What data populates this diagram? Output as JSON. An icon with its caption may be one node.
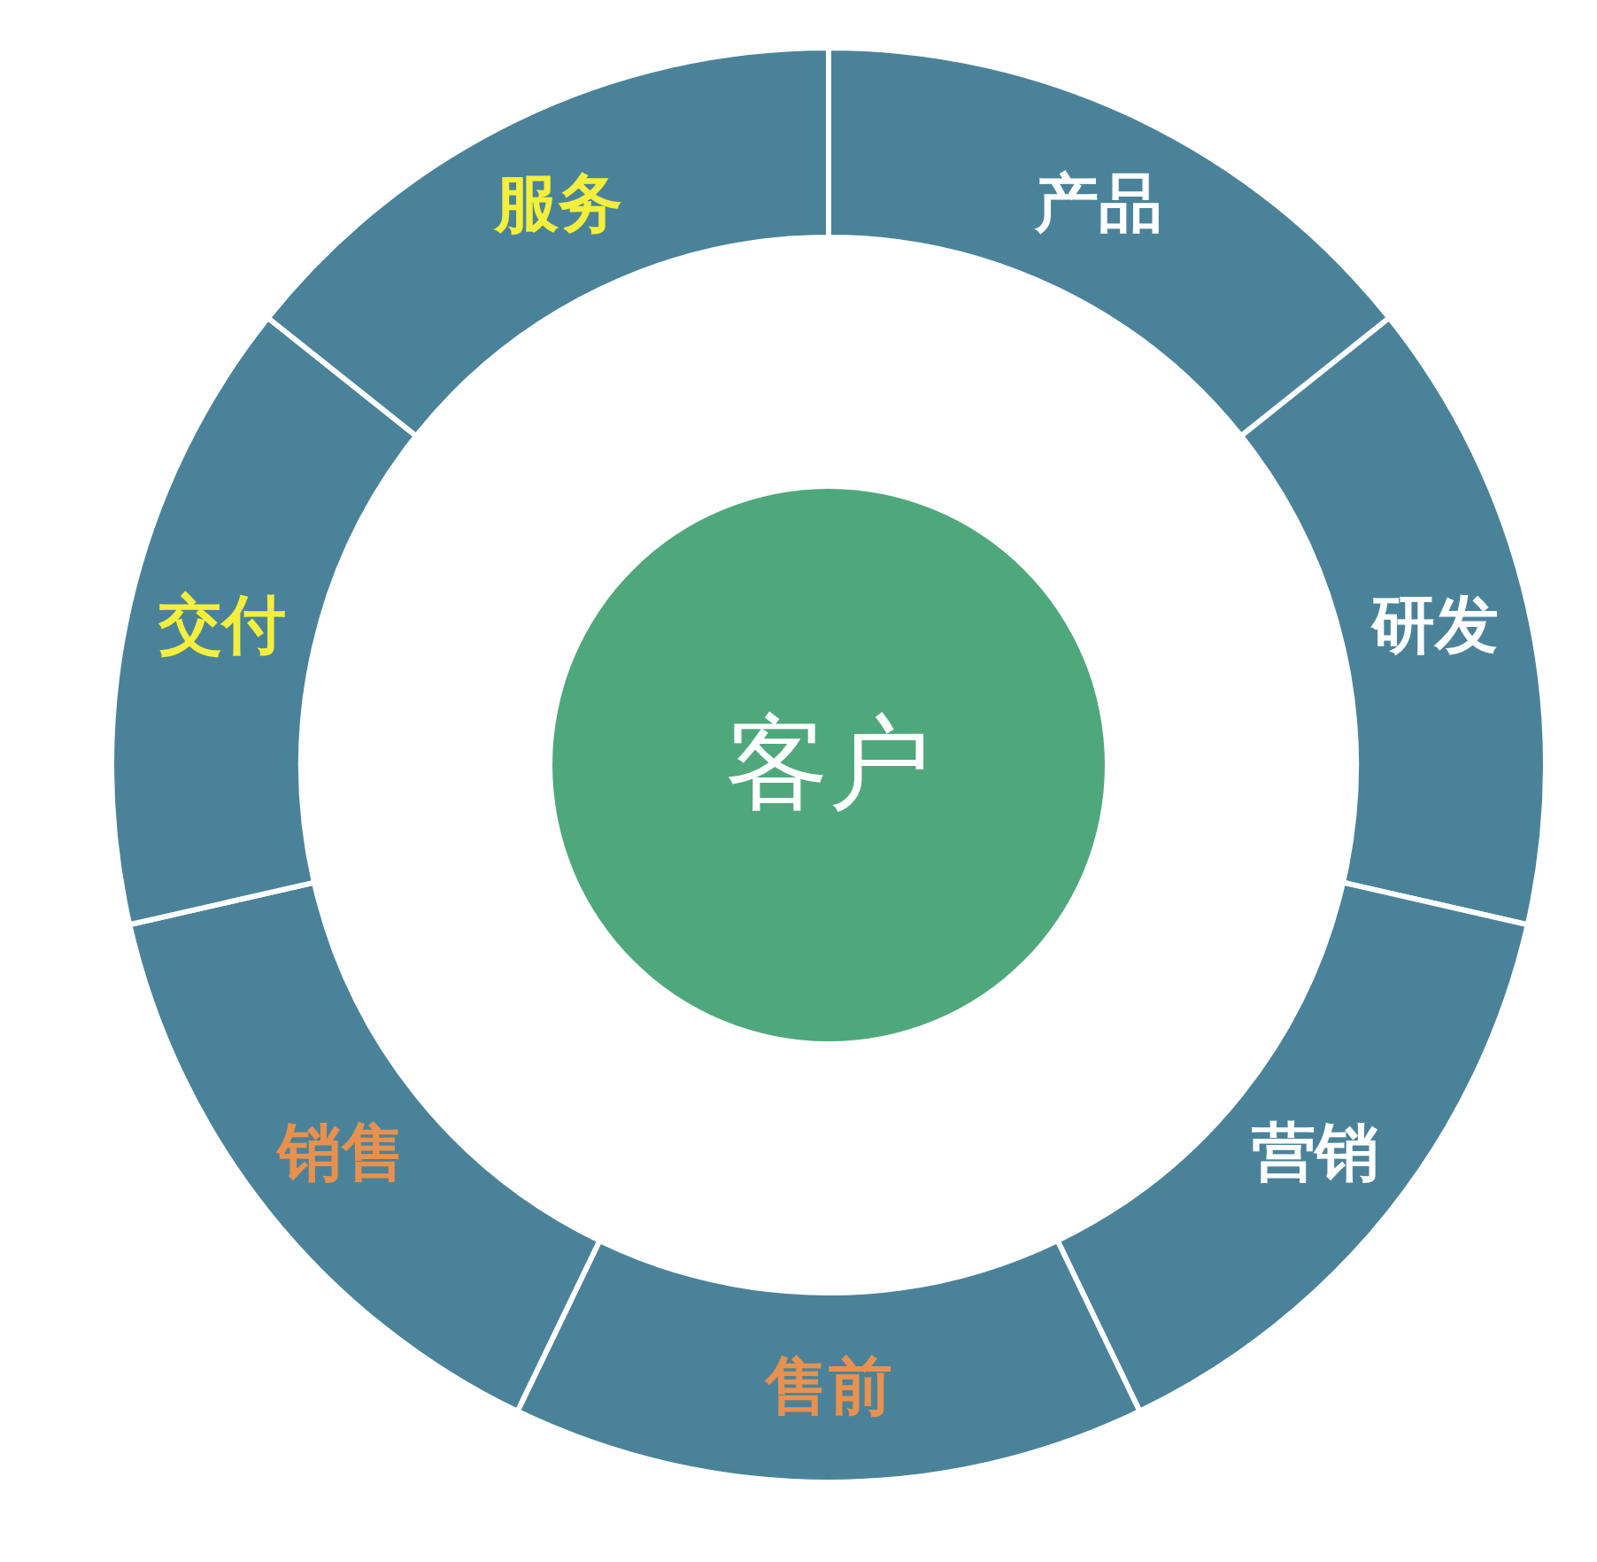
{
  "diagram": {
    "nodes": [
      {
        "text": [
          "产品"
        ]
      },
      {
        "text": [
          "研发"
        ]
      },
      {
        "text": [
          "营销"
        ]
      },
      {
        "text": [
          "售前"
        ]
      },
      {
        "text": [
          "销售"
        ]
      },
      {
        "text": [
          "交付"
        ]
      },
      {
        "text": [
          "服务"
        ]
      },
      {
        "text": [
          "客户"
        ]
      }
    ]
  }
}
